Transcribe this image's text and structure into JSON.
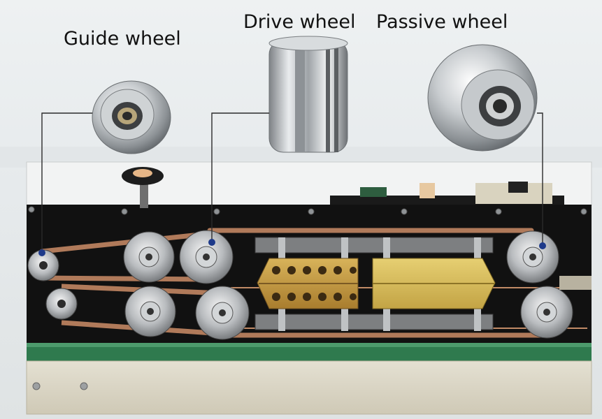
{
  "labels": {
    "guide_wheel": "Guide wheel",
    "drive_wheel": "Drive wheel",
    "passive_wheel": "Passive wheel"
  },
  "colors": {
    "background": "#e7ebec",
    "panel": "#111111",
    "belt": "#b07a5a",
    "brass_block": "#c9a24a",
    "gold_block": "#d7bd5e",
    "conveyor_green": "#2f7a4e",
    "base_plate": "#d9d4c4"
  },
  "icons": [
    "guide-wheel-photo",
    "drive-wheel-photo",
    "passive-wheel-photo",
    "knob-icon"
  ]
}
